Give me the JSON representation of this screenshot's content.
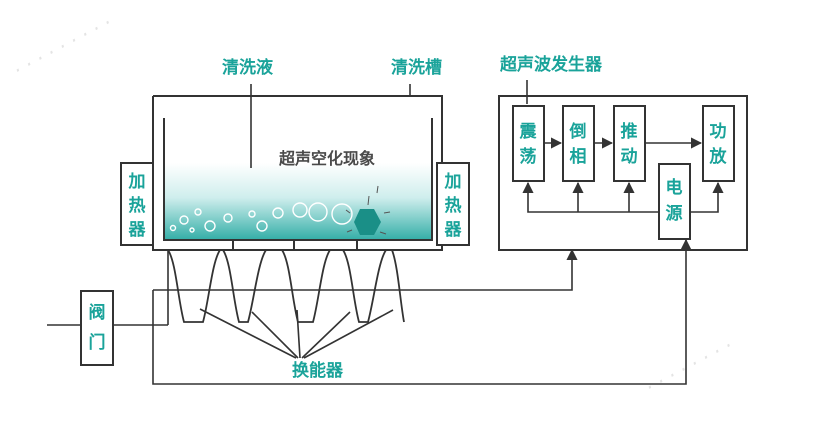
{
  "labels": {
    "cleaning_liquid": "清洗液",
    "cleaning_tank": "清洗槽",
    "generator": "超声波发生器",
    "cavitation": "超声空化现象",
    "transducer": "换能器",
    "heater_left": [
      "加",
      "热",
      "器"
    ],
    "heater_right": [
      "加",
      "热",
      "器"
    ],
    "valve": [
      "阀",
      "门"
    ],
    "oscillator": [
      "震",
      "荡"
    ],
    "inverter": [
      "倒",
      "相"
    ],
    "driver": [
      "推",
      "动"
    ],
    "amplifier": [
      "功",
      "放"
    ],
    "power_supply": [
      "电",
      "源"
    ]
  },
  "colors": {
    "accent": "#1aa39a",
    "liquid_top": "#ffffff",
    "liquid_bottom": "#3fb3ad",
    "line": "#333333",
    "bubble": "#7fd3cd"
  }
}
